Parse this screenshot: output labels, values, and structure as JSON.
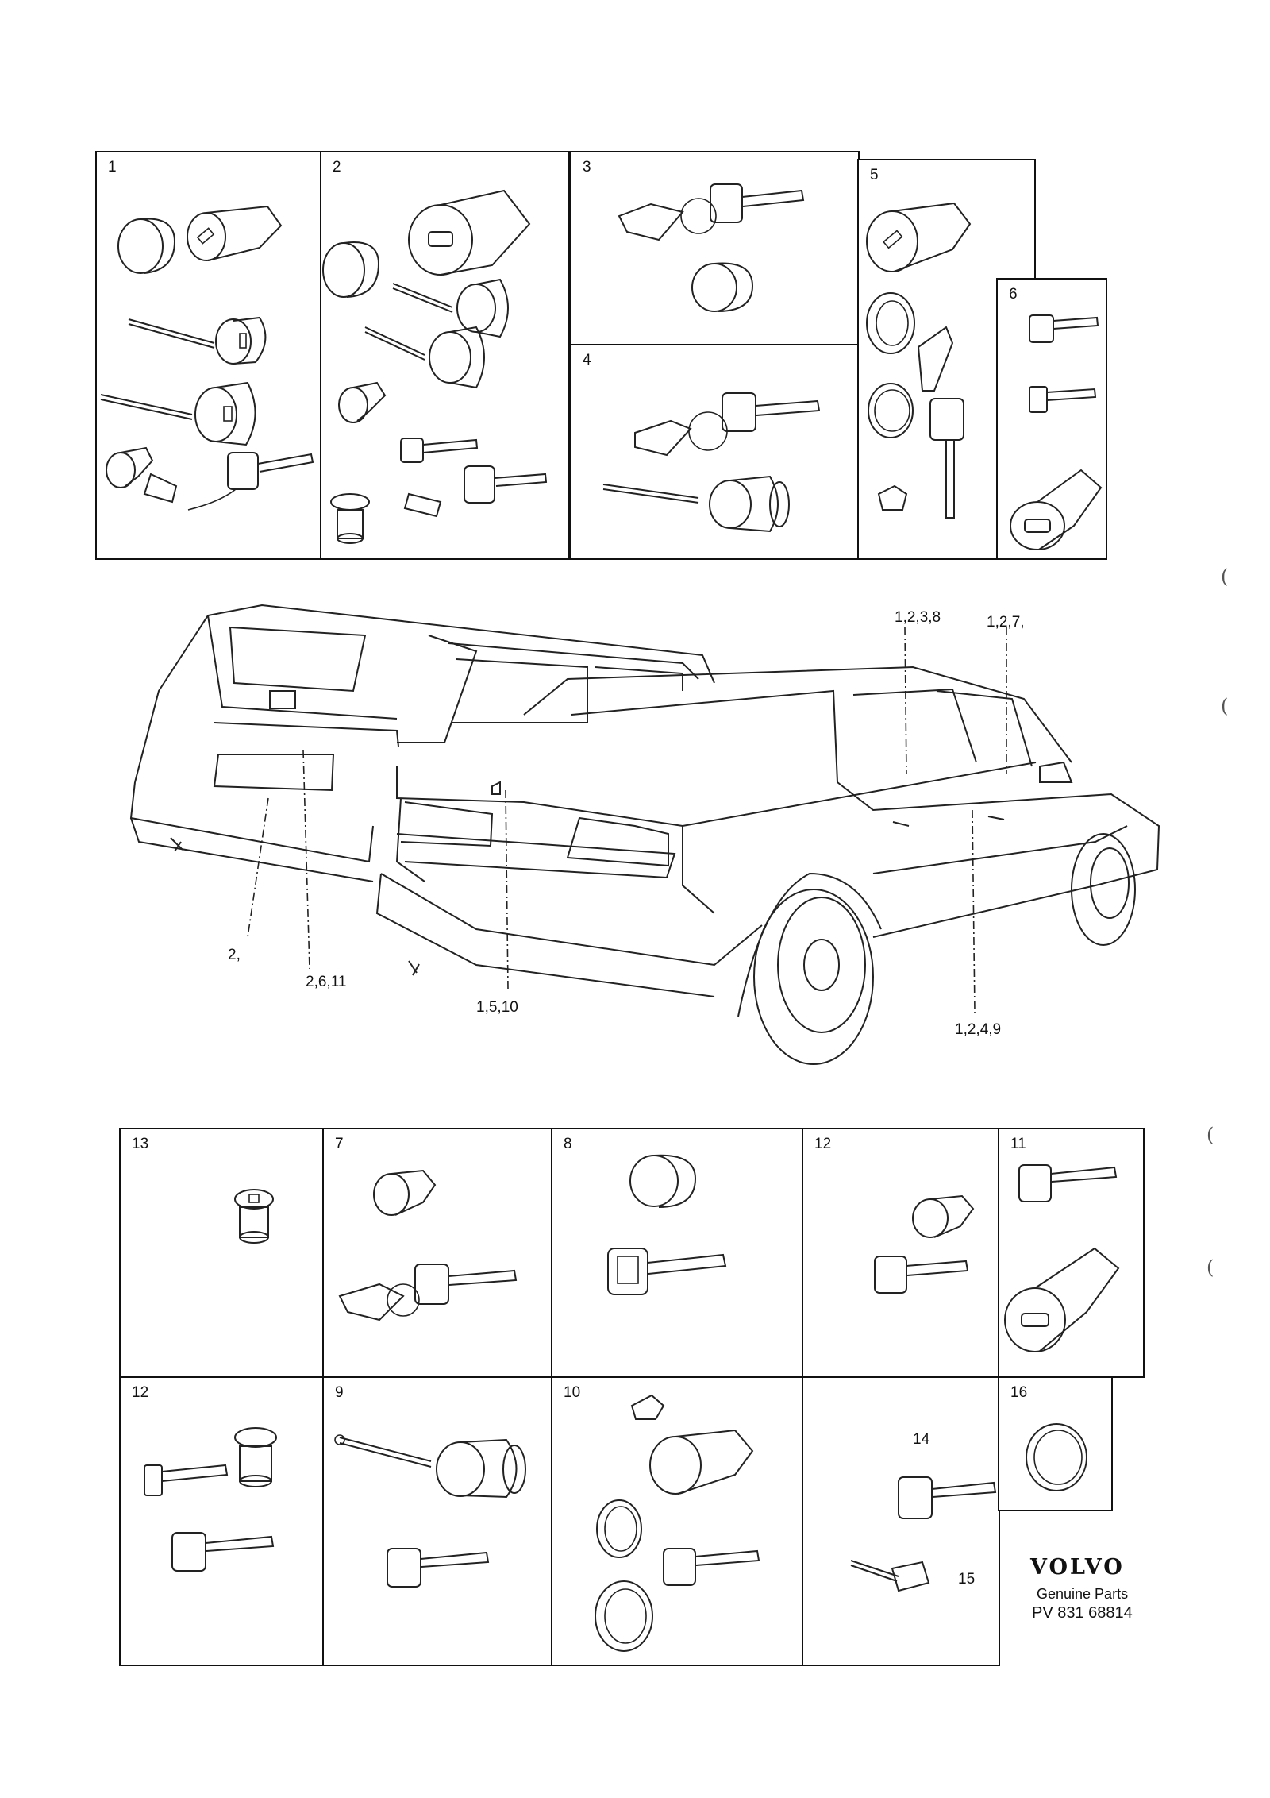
{
  "top_panels": [
    {
      "num": "1"
    },
    {
      "num": "2"
    },
    {
      "num": "3"
    },
    {
      "num": "4"
    },
    {
      "num": "5"
    },
    {
      "num": "6"
    }
  ],
  "bottom_panels": [
    {
      "num": "13"
    },
    {
      "num": "7"
    },
    {
      "num": "8"
    },
    {
      "num": "12"
    },
    {
      "num": "11"
    },
    {
      "num": "12"
    },
    {
      "num": "9"
    },
    {
      "num": "10"
    },
    {
      "num": "16"
    }
  ],
  "part_callouts": {
    "p14": "14",
    "p15": "15"
  },
  "car_callouts": {
    "c1238": "1,2,3,8",
    "c127": "1,2,7,",
    "c2": "2,",
    "c2611": "2,6,11",
    "c1510": "1,5,10",
    "c1249": "1,2,4,9"
  },
  "footer": {
    "brand": "VOLVO",
    "genuine": "Genuine Parts",
    "part_no": "PV 831 68814"
  },
  "margin_marks": [
    "(",
    "(",
    "(",
    "("
  ],
  "icons": [
    "door-lock-cylinder",
    "lock-cap",
    "ignition-switch",
    "key",
    "key-fob",
    "sealing-ring",
    "lock-plunger",
    "tailgate-lock"
  ]
}
